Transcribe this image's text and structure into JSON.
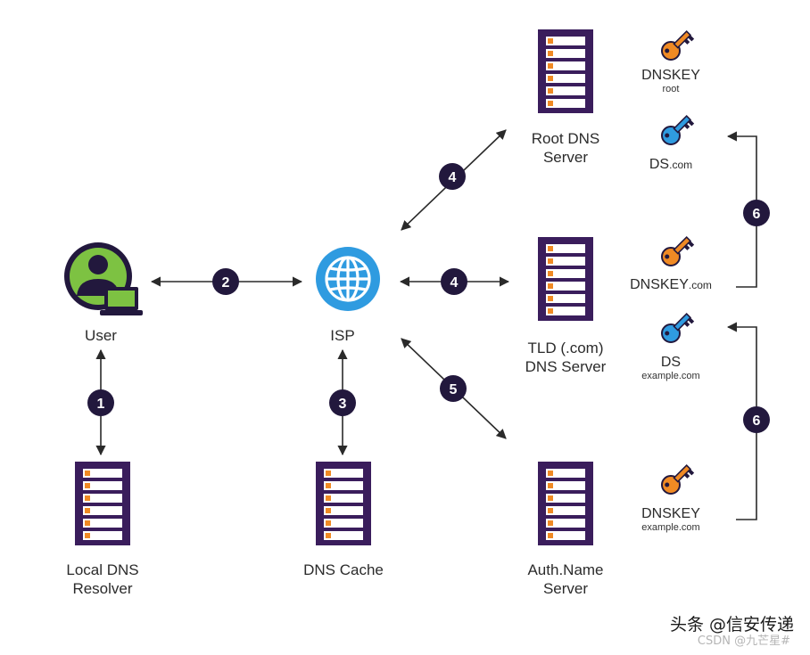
{
  "nodes": {
    "user": "User",
    "isp": "ISP",
    "local_resolver": [
      "Local DNS",
      "Resolver"
    ],
    "dns_cache": "DNS Cache",
    "root_server": [
      "Root DNS",
      "Server"
    ],
    "tld_server": [
      "TLD (.com)",
      "DNS Server"
    ],
    "auth_server": [
      "Auth.Name",
      "Server"
    ]
  },
  "keys": {
    "root_dnskey": {
      "main": "DNSKEY",
      "sub": "root"
    },
    "root_ds": {
      "main": "DS",
      "sub": ".com"
    },
    "com_dnskey": {
      "main": "DNSKEY",
      "sub": ".com"
    },
    "com_ds": {
      "main": "DS",
      "sub": "example.com"
    },
    "example_dnskey": {
      "main": "DNSKEY",
      "sub": "example.com"
    }
  },
  "steps": {
    "user_resolver": "1",
    "user_isp": "2",
    "isp_cache": "3",
    "isp_root": "4",
    "isp_tld": "4",
    "isp_auth": "5",
    "root_tld_chain": "6",
    "tld_auth_chain": "6"
  },
  "watermark": {
    "main": "头条 @信安传递",
    "sub": "CSDN @九芒星#"
  },
  "colors": {
    "server_body": "#3a1d5c",
    "server_slot": "#ffffff",
    "server_led": "#f08a24",
    "user_green": "#7dc242",
    "globe_blue": "#2f9be0",
    "key_orange": "#f08a24",
    "key_blue": "#2f9be0",
    "arrow": "#2a2a2a",
    "badge": "#22183d"
  }
}
